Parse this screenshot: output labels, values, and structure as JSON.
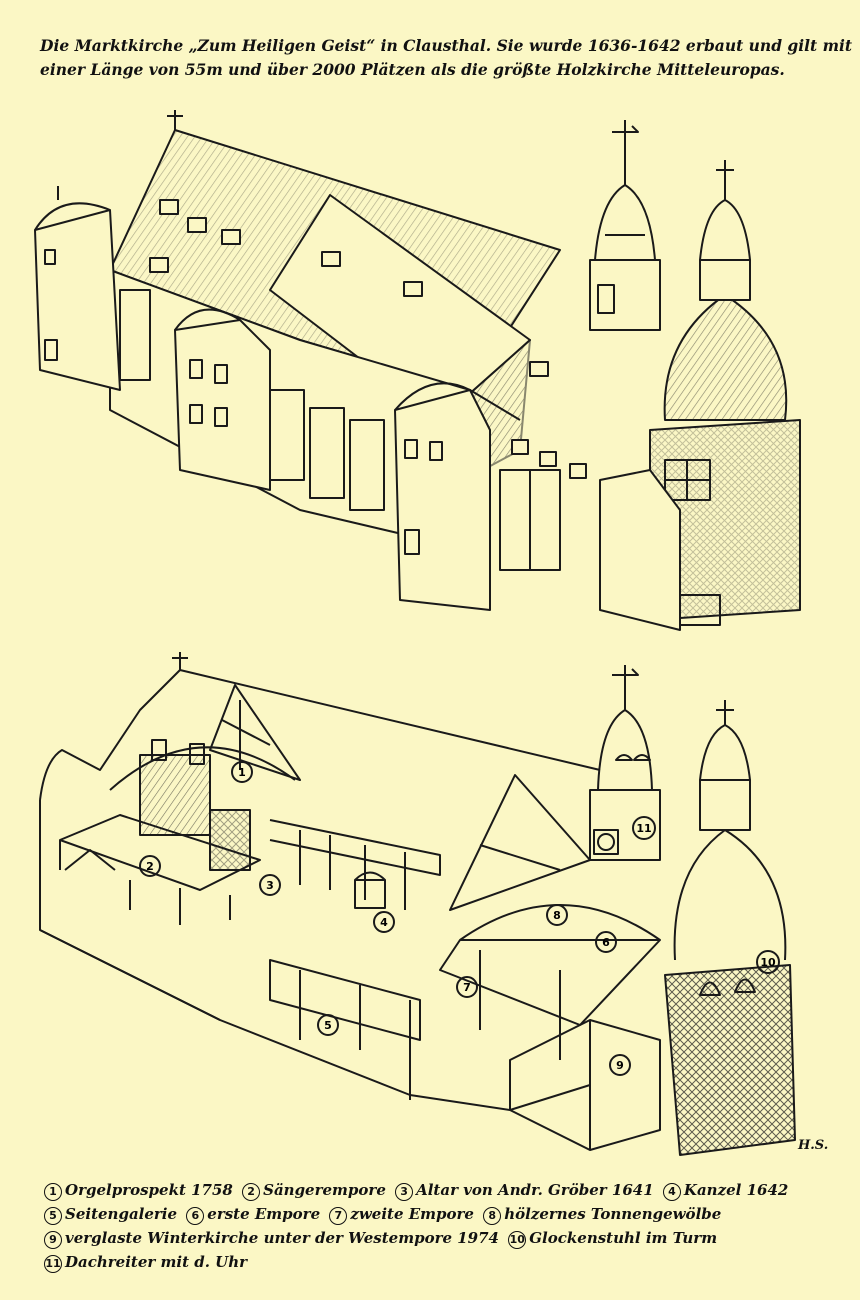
{
  "header": {
    "line1": "Die Marktkirche „Zum Heiligen Geist“ in Clausthal. Sie wurde 1636-1642 erbaut und gilt mit",
    "line2": "einer Länge von 55m und über 2000 Plätzen als die größte Holzkirche Mitteleuropas."
  },
  "signature": "H.S.",
  "legend": [
    {
      "num": "1",
      "text": "Orgelprospekt 1758"
    },
    {
      "num": "2",
      "text": "Sängerempore"
    },
    {
      "num": "3",
      "text": "Altar von Andr. Gröber 1641"
    },
    {
      "num": "4",
      "text": "Kanzel 1642"
    },
    {
      "num": "5",
      "text": "Seitengalerie"
    },
    {
      "num": "6",
      "text": "erste Empore"
    },
    {
      "num": "7",
      "text": "zweite Empore"
    },
    {
      "num": "8",
      "text": "hölzernes Tonnengewölbe"
    },
    {
      "num": "9",
      "text": "verglaste Winterkirche unter der Westempore 1974"
    },
    {
      "num": "10",
      "text": "Glockenstuhl im Turm"
    },
    {
      "num": "11",
      "text": "Dachreiter mit d. Uhr"
    }
  ],
  "markers": [
    "1",
    "2",
    "3",
    "4",
    "5",
    "6",
    "7",
    "8",
    "9",
    "10",
    "11"
  ]
}
